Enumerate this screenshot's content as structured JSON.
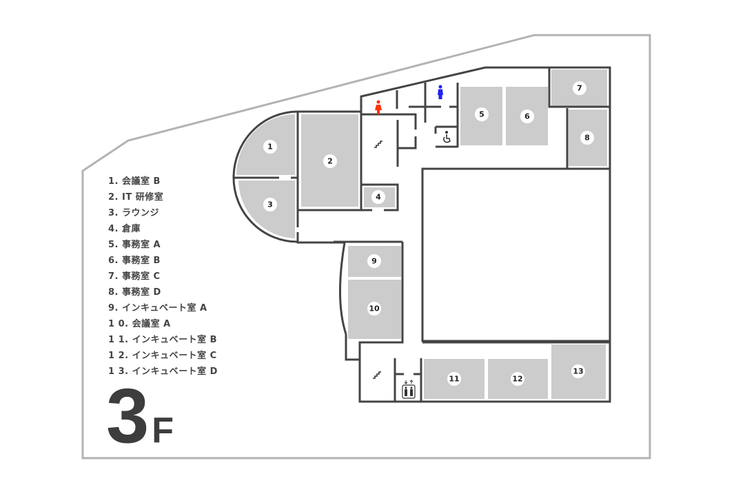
{
  "floor": {
    "number": "3",
    "unit": "F"
  },
  "legend": [
    "1. 会議室 B",
    "2. IT 研修室",
    "3. ラウンジ",
    "4. 倉庫",
    "5. 事務室 A",
    "6. 事務室 B",
    "7. 事務室 C",
    "8. 事務室 D",
    "9. インキュベート室 A",
    "1 0. 会議室 A",
    "1 1. インキュベート室 B",
    "1 2. インキュベート室 C",
    "1 3. インキュベート室 D"
  ],
  "rooms": [
    "1",
    "2",
    "3",
    "4",
    "5",
    "6",
    "7",
    "8",
    "9",
    "10",
    "11",
    "12",
    "13"
  ],
  "icons": [
    "female-toilet-icon",
    "male-toilet-icon",
    "wheelchair-icon",
    "stairs-icon",
    "elevator-icon"
  ],
  "colors": {
    "wall": "#444444",
    "site": "#b3b3b3",
    "room": "#cccccc",
    "female": "#ff3300",
    "male": "#2222ee"
  }
}
